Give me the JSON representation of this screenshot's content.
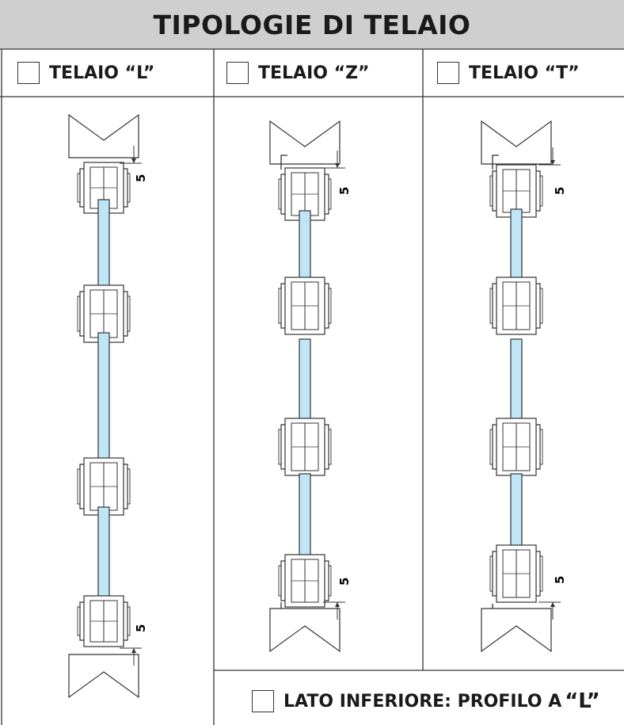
{
  "header": {
    "title": "TIPOLOGIE DI TELAIO"
  },
  "columns": [
    {
      "label": "TELAIO “L”",
      "dims": [
        "5",
        "5"
      ]
    },
    {
      "label": "TELAIO “Z”",
      "dims": [
        "5",
        "5"
      ]
    },
    {
      "label": "TELAIO “T”",
      "dims": [
        "5",
        "5"
      ]
    }
  ],
  "footer": {
    "label": "LATO INFERIORE: PROFILO A",
    "quote": "“L”"
  },
  "colors": {
    "header_bg": "#cfcfcf",
    "glass": "#bfe6f7",
    "line": "#333333"
  }
}
